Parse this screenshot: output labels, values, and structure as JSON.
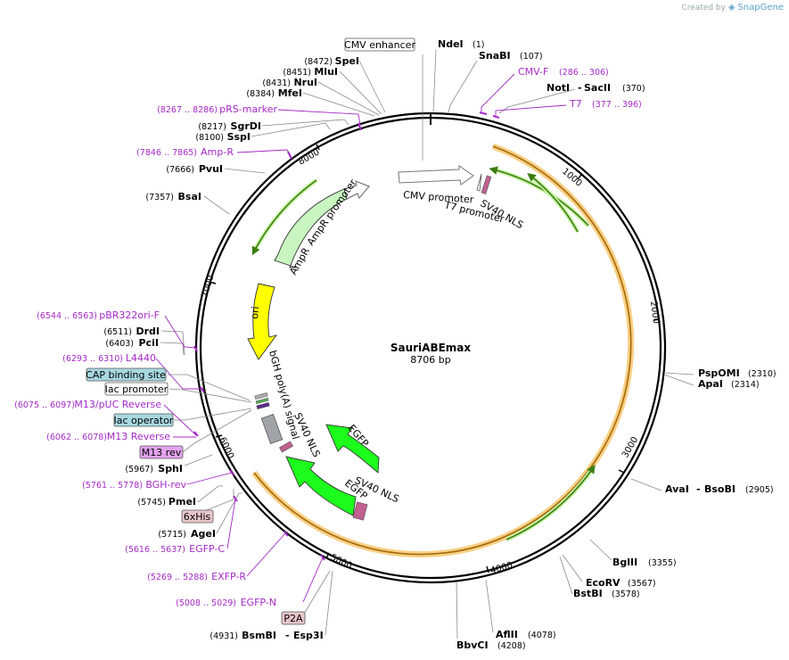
{
  "credit": {
    "created_by": "Created by",
    "brand": "SnapGene"
  },
  "plasmid": {
    "name": "SauriABEmax",
    "size_label": "8706 bp"
  },
  "ticks": [
    "1000",
    "2000",
    "3000",
    "4000",
    "5000",
    "6000",
    "7000",
    "8000"
  ],
  "sites_right": [
    {
      "name": "NdeI",
      "pos": "(1)"
    },
    {
      "name": "SnaBI",
      "pos": "(107)"
    },
    {
      "name": "NotI",
      "name2": "SacII",
      "pos": "(370)"
    },
    {
      "name": "PspOMI",
      "pos": "(2310)"
    },
    {
      "name": "ApaI",
      "pos": "(2314)"
    },
    {
      "name": "AvaI",
      "name2": "BsoBI",
      "pos": "(2905)"
    },
    {
      "name": "BglII",
      "pos": "(3355)"
    },
    {
      "name": "EcoRV",
      "pos": "(3567)"
    },
    {
      "name": "BstBI",
      "pos": "(3578)"
    },
    {
      "name": "AflII",
      "pos": "(4078)"
    },
    {
      "name": "BbvCI",
      "pos": "(4208)"
    }
  ],
  "sites_left": [
    {
      "name": "SpeI",
      "pos": "(8472)"
    },
    {
      "name": "MluI",
      "pos": "(8451)"
    },
    {
      "name": "NruI",
      "pos": "(8431)"
    },
    {
      "name": "MfeI",
      "pos": "(8384)"
    },
    {
      "name": "SgrDI",
      "pos": "(8217)"
    },
    {
      "name": "SspI",
      "pos": "(8100)"
    },
    {
      "name": "PvuI",
      "pos": "(7666)"
    },
    {
      "name": "BsaI",
      "pos": "(7357)"
    },
    {
      "name": "DrdI",
      "pos": "(6511)"
    },
    {
      "name": "PciI",
      "pos": "(6403)"
    },
    {
      "name": "SphI",
      "pos": "(5967)"
    },
    {
      "name": "PmeI",
      "pos": "(5745)"
    },
    {
      "name": "AgeI",
      "pos": "(5715)"
    },
    {
      "name": "BsmBI",
      "name2": "Esp3I",
      "pos": "(4931)"
    }
  ],
  "primers": [
    {
      "name": "CMV-F",
      "pos": "(286 .. 306)"
    },
    {
      "name": "T7",
      "pos": "(377 .. 396)"
    },
    {
      "name": "pRS-marker",
      "pos": "(8267 .. 8286)"
    },
    {
      "name": "Amp-R",
      "pos": "(7846 .. 7865)"
    },
    {
      "name": "pBR322ori-F",
      "pos": "(6544 .. 6563)"
    },
    {
      "name": "L4440",
      "pos": "(6293 .. 6310)"
    },
    {
      "name": "M13/pUC Reverse",
      "pos": "(6075 .. 6097)"
    },
    {
      "name": "M13 Reverse",
      "pos": "(6062 .. 6078)"
    },
    {
      "name": "BGH-rev",
      "pos": "(5761 .. 5778)"
    },
    {
      "name": "EGFP-C",
      "pos": "(5616 .. 5637)"
    },
    {
      "name": "EXFP-R",
      "pos": "(5269 .. 5288)"
    },
    {
      "name": "EGFP-N",
      "pos": "(5008 .. 5029)"
    }
  ],
  "boxed_features": [
    {
      "name": "CMV enhancer",
      "color": "#ffffff"
    },
    {
      "name": "CAP binding site",
      "color": "#a8d8e0"
    },
    {
      "name": "lac promoter",
      "color": "#ffffff"
    },
    {
      "name": "lac operator",
      "color": "#a8d8e0"
    },
    {
      "name": "M13 rev",
      "color": "#e2a3ee"
    },
    {
      "name": "6xHis",
      "color": "#e8c6ca"
    },
    {
      "name": "P2A",
      "color": "#e8c6ca"
    }
  ],
  "inner_features": {
    "cmv_promoter": "CMV promoter",
    "t7_promoter": "T7 promoter",
    "sv40_nls_top": "SV40 NLS",
    "ampr_promoter": "AmpR promoter",
    "ampr": "AmpR",
    "ori": "ori",
    "bgh": "bGH poly(A) signal",
    "sv40_nls_mid": "SV40 NLS",
    "egfp_1": "EGFP",
    "egfp_2": "EGFP",
    "sv40_nls_low": "SV40 NLS"
  },
  "colors": {
    "backbone": "#000000",
    "orf": "#f5b54a",
    "orf_arrow": "#3c7d12",
    "ampr": "#c8f5c0",
    "ori": "#ffff00",
    "egfp": "#1dfd1d",
    "primer": "#a42ac6"
  }
}
